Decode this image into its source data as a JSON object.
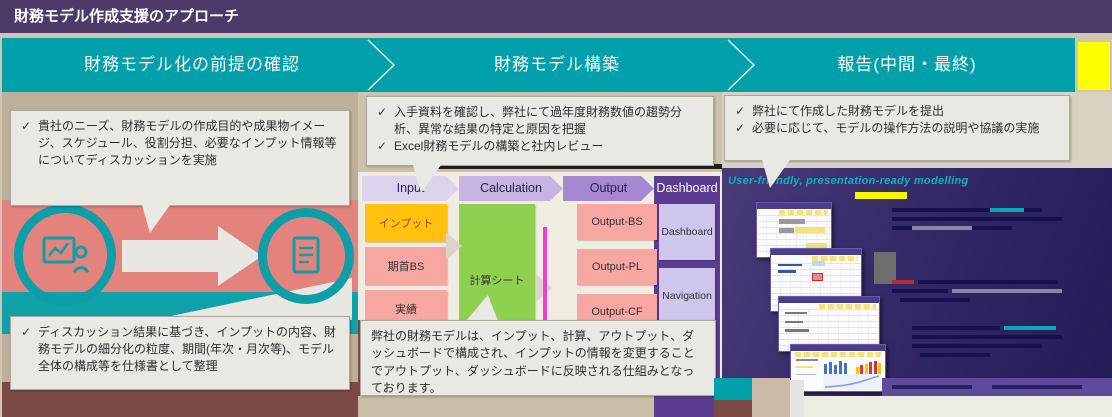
{
  "header": {
    "title": "財務モデル作成支援のアプローチ"
  },
  "check_mark": "✓",
  "phases": [
    {
      "label": "財務モデル化の前提の確認"
    },
    {
      "label": "財務モデル構築"
    },
    {
      "label": "報告(中間・最終)"
    }
  ],
  "left": {
    "callout_top": {
      "items": [
        "貴社のニーズ、財務モデルの作成目的や成果物イメージ、スケジュール、役割分担、必要なインプット情報等についてディスカッションを実施"
      ]
    },
    "callout_bottom": {
      "items": [
        "ディスカッション結果に基づき、インプットの内容、財務モデルの細分化の粒度、期間(年次・月次等)、モデル全体の構成等を仕様書として整理"
      ]
    }
  },
  "middle": {
    "callout_top": {
      "items": [
        "入手資料を確認し、弊社にて過年度財務数値の趨勢分析、異常な結果の特定と原因を把握",
        "Excel財務モデルの構築と社内レビュー"
      ]
    },
    "note": "弊社の財務モデルは、インプット、計算、アウトプット、ダッシュボードで構成され、インプットの情報を変更することでアウトプット、ダッシュボードに反映される仕組みとなっております。"
  },
  "flow": {
    "columns": [
      {
        "header": "Input",
        "items": [
          "インプット",
          "期首BS",
          "実績"
        ]
      },
      {
        "header": "Calculation",
        "items": [
          "計算シート"
        ]
      },
      {
        "header": "Output",
        "items": [
          "Output-BS",
          "Output-PL",
          "Output-CF"
        ]
      },
      {
        "header": "Dashboard",
        "items": [
          "Dashboard",
          "Navigation"
        ]
      }
    ]
  },
  "right": {
    "callout_top": {
      "items": [
        "弊社にて作成した財務モデルを提出",
        "必要に応じて、モデルの操作方法の説明や協議の実施"
      ]
    },
    "slide_title": "User-friendly, presentation-ready modelling"
  },
  "palette": {
    "band_teal": "#02A0AB",
    "header_purple": "#4C3A68",
    "marker_yellow": "#FFFF00",
    "input_yellow": "#FFC010",
    "pink_box": "#F7A6A2",
    "calc_green": "#90D050",
    "dashboard_purple": "#5C3C90",
    "slide_title_teal": "#00B8C4",
    "maroon": "#7B4A45"
  }
}
